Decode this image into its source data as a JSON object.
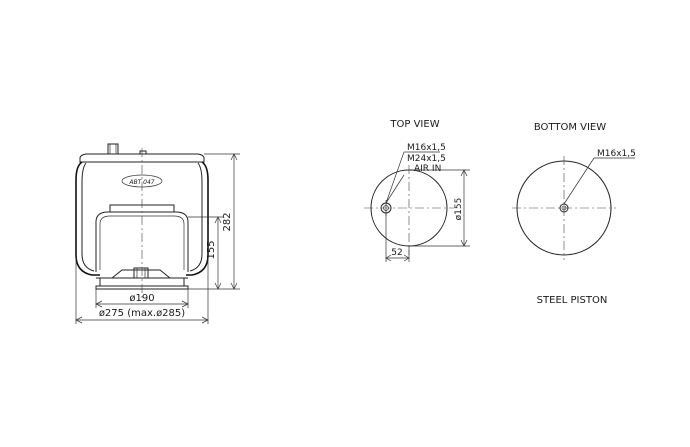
{
  "labels": {
    "top_view": "TOP VIEW",
    "bottom_view": "BOTTOM VIEW",
    "steel_piston": "STEEL PISTON",
    "top_thread": "M16x1,5",
    "air_thread": "M24x1,5",
    "air_in": "AIR IN",
    "bottom_thread": "M16x1,5",
    "logo": "АВТ 047"
  },
  "dimensions": {
    "height_total": "282",
    "height_piston": "155",
    "piston_diameter": "ø190",
    "bellow_diameter": "ø275 (max.ø285)",
    "top_plate_diameter": "ø155",
    "offset": "52"
  }
}
